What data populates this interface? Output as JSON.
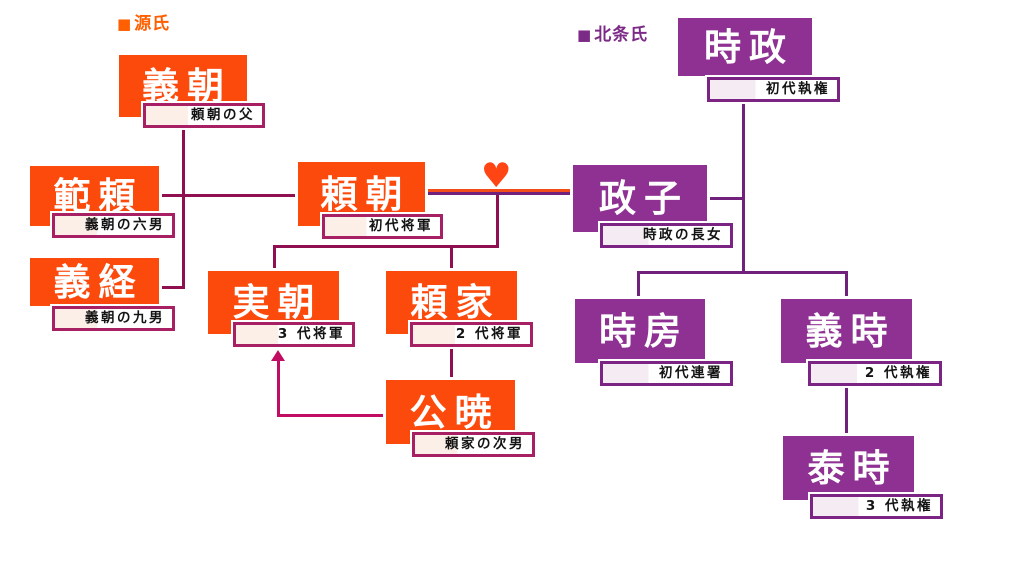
{
  "clans": {
    "genji": {
      "label": "源氏"
    },
    "hojo": {
      "label": "北条氏"
    }
  },
  "icons": {
    "clan_marker": "■",
    "heart": "♥"
  },
  "people": {
    "yoshitomo": {
      "name": "義朝",
      "note": "頼朝の父"
    },
    "noriyori": {
      "name": "範頼",
      "note": "義朝の六男"
    },
    "yoshitsune": {
      "name": "義経",
      "note": "義朝の九男"
    },
    "yoritomo": {
      "name": "頼朝",
      "note": "初代将軍"
    },
    "masako": {
      "name": "政子",
      "note": "時政の長女"
    },
    "tokimasa": {
      "name": "時政",
      "note": "初代執権"
    },
    "sanetomo": {
      "name": "実朝",
      "note": "3 代将軍"
    },
    "yoriie": {
      "name": "頼家",
      "note": "2 代将軍"
    },
    "kugyo": {
      "name": "公暁",
      "note": "頼家の次男"
    },
    "tokifusa": {
      "name": "時房",
      "note": "初代連署"
    },
    "yoshitoki": {
      "name": "義時",
      "note": "2 代執権"
    },
    "yasutoki": {
      "name": "泰時",
      "note": "3 代執権"
    }
  },
  "colors": {
    "genji_box": "#fb4a0c",
    "hojo_box": "#8e3192",
    "genji_line": "#8f0f50",
    "hojo_line": "#71207c",
    "marriage_orange": "#f34d1a",
    "arrow": "#c00d63",
    "heart": "#ff4513",
    "genji_note_border": "#a82064",
    "hojo_note_border": "#7c2484",
    "genji_note_tint": "#fcefe7",
    "hojo_note_tint": "#f5ebf2",
    "genji_label_text": "#fe5f01",
    "hojo_label_text": "#7b2a86"
  }
}
